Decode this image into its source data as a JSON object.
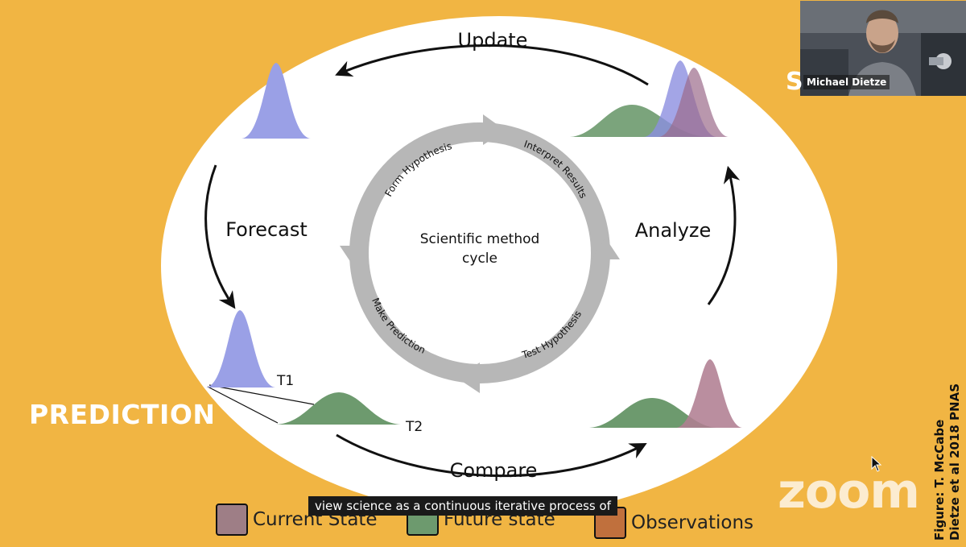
{
  "diagram": {
    "center_title_line1": "Scientific method",
    "center_title_line2": "cycle",
    "ring_labels": {
      "form": "Form Hypothesis",
      "interpret": "Interpret Results",
      "test": "Test Hypothesis",
      "predict": "Make Prediction"
    },
    "stages": {
      "update": "Update",
      "forecast": "Forecast",
      "analyze": "Analyze",
      "compare": "Compare"
    },
    "times": {
      "t1": "T1",
      "t2": "T2"
    },
    "side_label": "PREDICTION"
  },
  "legend": [
    {
      "label": "Current State",
      "color": "#9e7e86"
    },
    {
      "label": "Future state",
      "color": "#6d9a6e"
    },
    {
      "label": "Observations",
      "color": "#c0703d"
    }
  ],
  "colors": {
    "background": "#f1b543",
    "blue_dist": "#9aa0e6",
    "green_dist": "#6d9a6e",
    "mauve_dist": "#b07e92",
    "ring": "#b7b7b7"
  },
  "caption": "view science as a continuous iterative process of",
  "credit": {
    "line1": "Figure: T. McCabe",
    "line2": "Dietze et al 2018 PNAS"
  },
  "zoom": {
    "watermark": "zoom"
  },
  "video": {
    "participant_name": "Michael Dietze",
    "partial_glyph": "S"
  }
}
